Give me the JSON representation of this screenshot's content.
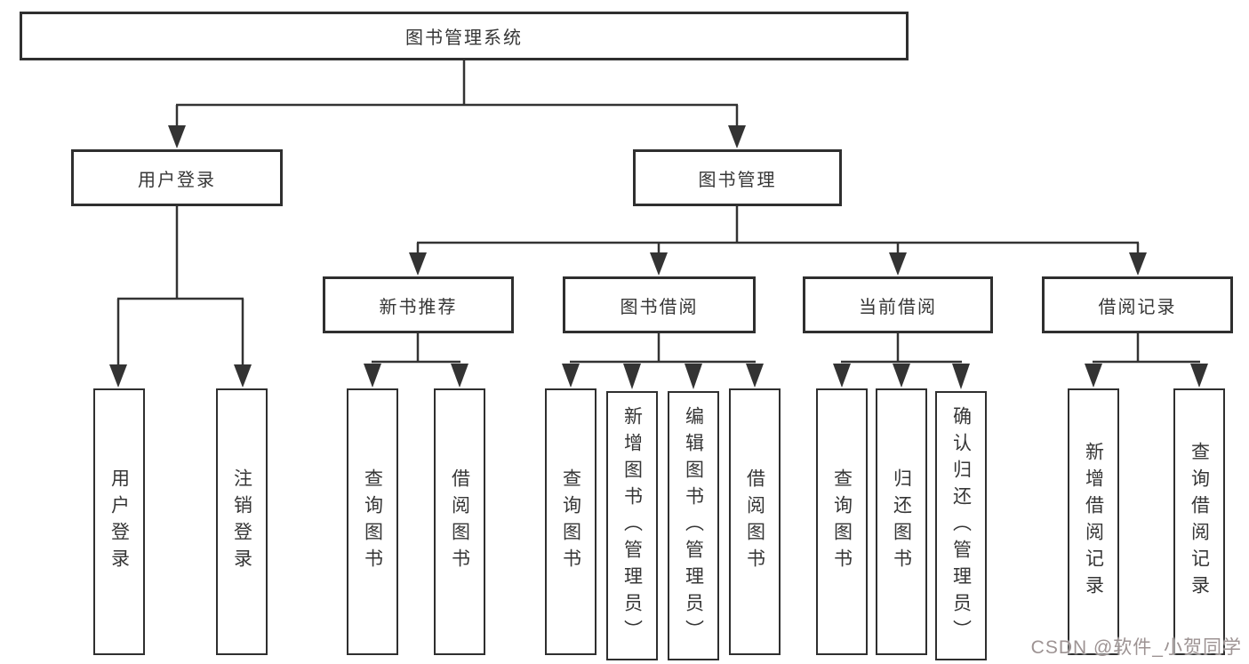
{
  "diagram": {
    "root": {
      "label": "图书管理系统"
    },
    "branches": [
      {
        "label": "用户登录",
        "children": [
          {
            "label": "用户登录"
          },
          {
            "label": "注销登录"
          }
        ]
      },
      {
        "label": "图书管理",
        "children": [
          {
            "label": "新书推荐",
            "children": [
              {
                "label": "查询图书"
              },
              {
                "label": "借阅图书"
              }
            ]
          },
          {
            "label": "图书借阅",
            "children": [
              {
                "label": "查询图书"
              },
              {
                "label": "新增图书（管理员）"
              },
              {
                "label": "编辑图书（管理员）"
              },
              {
                "label": "借阅图书"
              }
            ]
          },
          {
            "label": "当前借阅",
            "children": [
              {
                "label": "查询图书"
              },
              {
                "label": "归还图书"
              },
              {
                "label": "确认归还（管理员）"
              }
            ]
          },
          {
            "label": "借阅记录",
            "children": [
              {
                "label": "新增借阅记录"
              },
              {
                "label": "查询借阅记录"
              }
            ]
          }
        ]
      }
    ]
  },
  "watermark": {
    "text": "CSDN @软件_小贺同学"
  },
  "colors": {
    "line": "#333333",
    "box_border": "#2f2f2f",
    "text": "#363636",
    "background": "#ffffff",
    "watermark": "#9d9393"
  }
}
